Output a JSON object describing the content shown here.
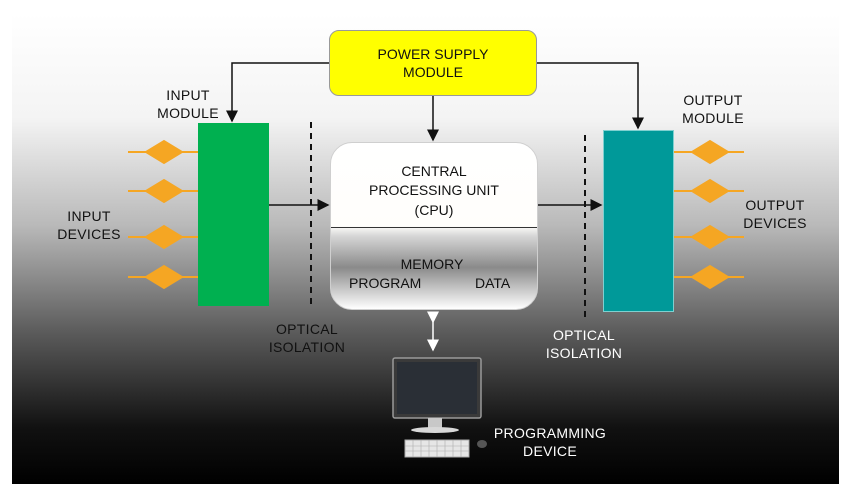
{
  "power_supply": {
    "line1": "POWER SUPPLY",
    "line2": "MODULE"
  },
  "input_module": {
    "line1": "INPUT",
    "line2": "MODULE"
  },
  "output_module": {
    "line1": "OUTPUT",
    "line2": "MODULE"
  },
  "input_devices": {
    "line1": "INPUT",
    "line2": "DEVICES"
  },
  "output_devices": {
    "line1": "OUTPUT",
    "line2": "DEVICES"
  },
  "cpu": {
    "line1": "CENTRAL",
    "line2": "PROCESSING UNIT",
    "line3": "(CPU)"
  },
  "memory": {
    "title": "MEMORY",
    "program": "PROGRAM",
    "data": "DATA"
  },
  "optical_isolation_left": {
    "line1": "OPTICAL",
    "line2": "ISOLATION"
  },
  "optical_isolation_right": {
    "line1": "OPTICAL",
    "line2": "ISOLATION"
  },
  "programming_device": {
    "line1": "PROGRAMMING",
    "line2": "DEVICE"
  },
  "colors": {
    "power_supply": "#ffff00",
    "input_module": "#00b050",
    "output_module": "#009999",
    "device_diamond": "#f5a623"
  }
}
